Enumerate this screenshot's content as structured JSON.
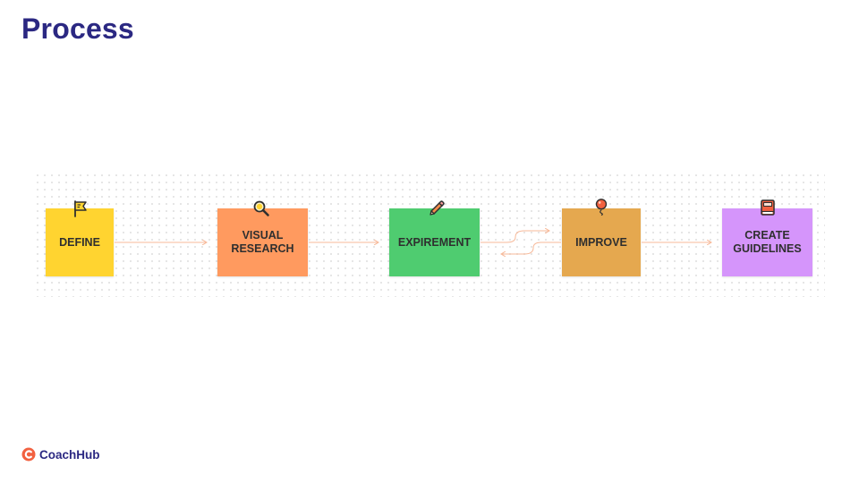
{
  "title": "Process",
  "steps": [
    {
      "id": "define",
      "label": "DEFINE",
      "color": "#ffd430",
      "icon": "flag-icon"
    },
    {
      "id": "visual-research",
      "label": "VISUAL RESEARCH",
      "line1": "VISUAL",
      "line2": "RESEARCH",
      "color": "#ff9a5f",
      "icon": "magnifier-icon"
    },
    {
      "id": "expirement",
      "label": "EXPIREMENT",
      "color": "#4fcc70",
      "icon": "pencil-icon"
    },
    {
      "id": "improve",
      "label": "IMPROVE",
      "color": "#e5a84f",
      "icon": "balloon-icon"
    },
    {
      "id": "create-guidelines",
      "label": "CREATE GUIDELINES",
      "line1": "CREATE",
      "line2": "GUIDELINES",
      "color": "#d595fb",
      "icon": "book-icon"
    }
  ],
  "connectors": [
    {
      "from": "define",
      "to": "visual-research",
      "direction": "forward"
    },
    {
      "from": "visual-research",
      "to": "expirement",
      "direction": "forward"
    },
    {
      "from": "expirement",
      "to": "improve",
      "direction": "forward"
    },
    {
      "from": "improve",
      "to": "expirement",
      "direction": "back"
    },
    {
      "from": "improve",
      "to": "create-guidelines",
      "direction": "forward"
    }
  ],
  "connector_color": "#f7b999",
  "brand": {
    "name": "CoachHub",
    "color": "#2b2882",
    "accent": "#f26140",
    "icon": "coachhub-logo-icon"
  }
}
